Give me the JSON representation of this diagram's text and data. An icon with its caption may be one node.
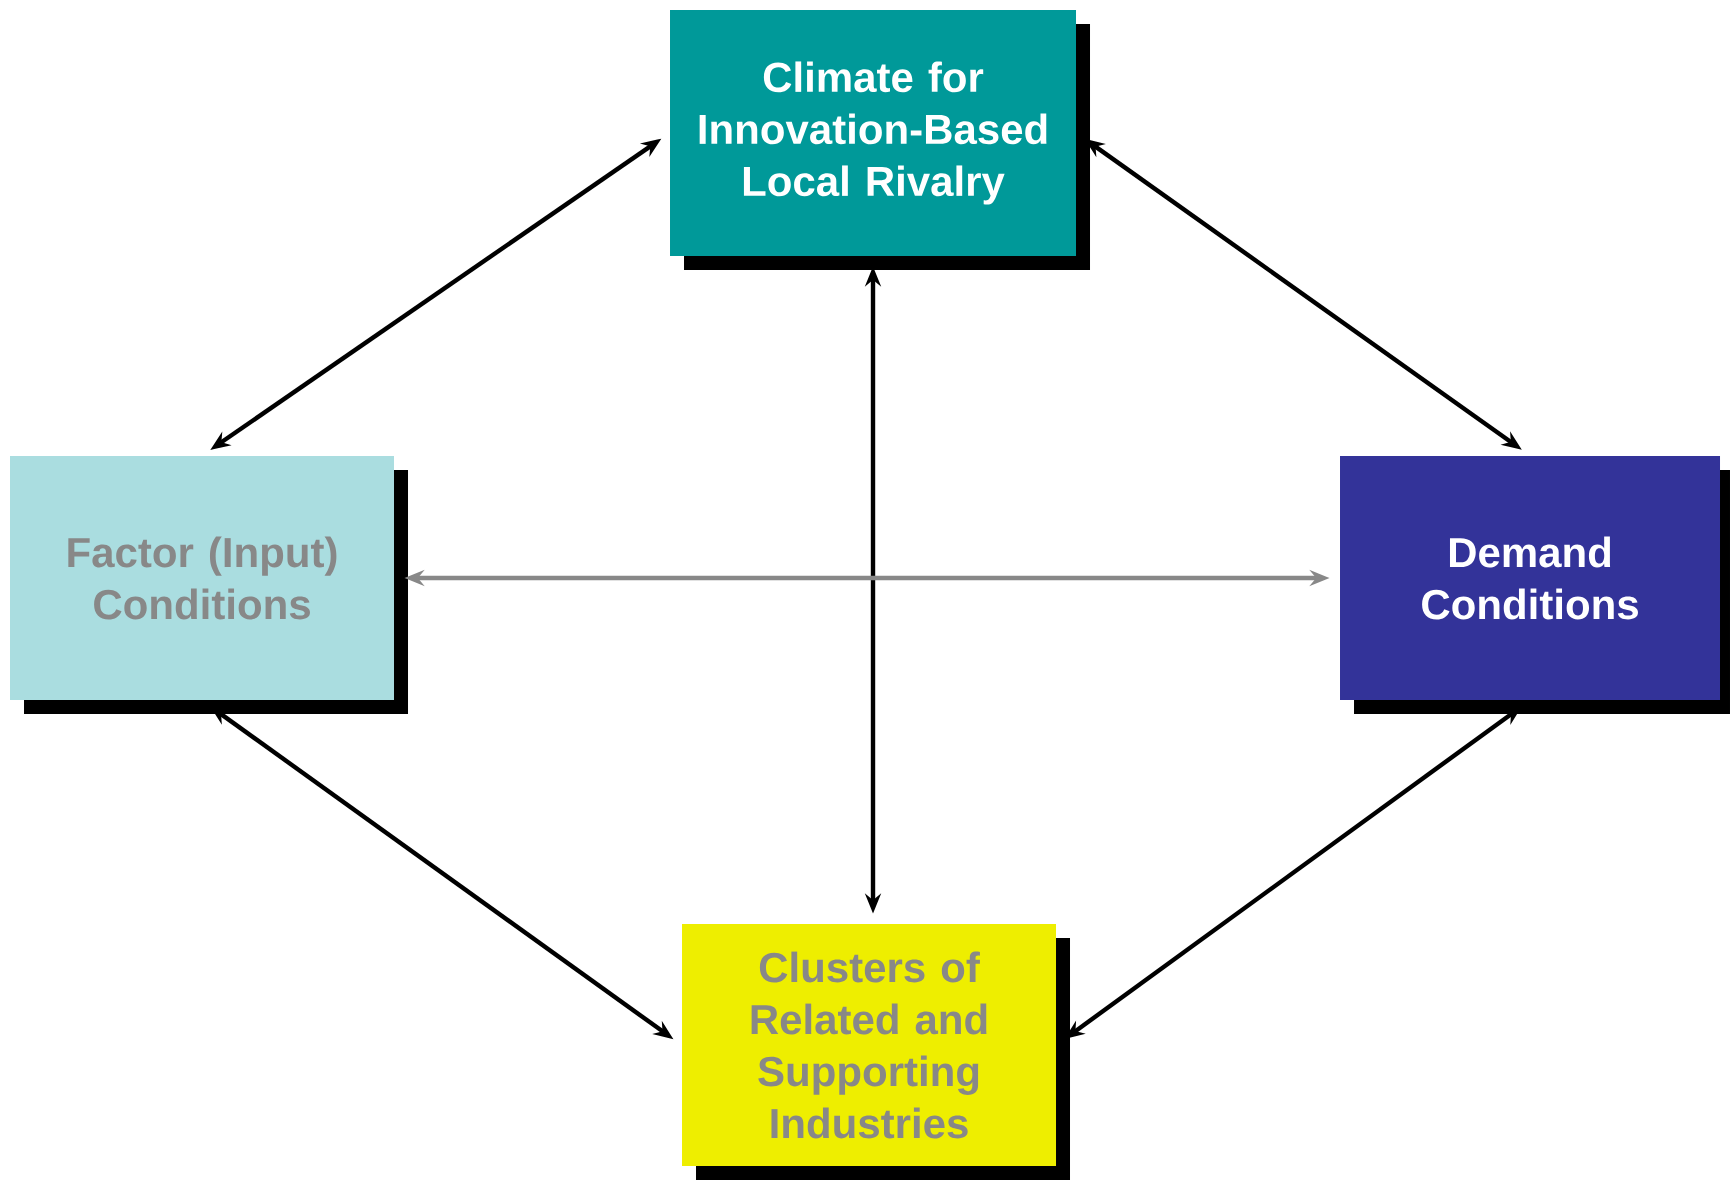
{
  "diagram": {
    "nodes": [
      {
        "text": [
          "Climate for Innovation-Based Local Rivalry"
        ]
      },
      {
        "text": [
          "Factor (Input) Conditions"
        ]
      },
      {
        "text": [
          "Demand Conditions"
        ]
      },
      {
        "text": [
          "Clusters of Related and Supporting Industries"
        ]
      }
    ],
    "edges": [
      {
        "from": 0,
        "to": 1,
        "arrow": "both"
      },
      {
        "from": 0,
        "to": 2,
        "arrow": "both"
      },
      {
        "from": 0,
        "to": 3,
        "arrow": "both"
      },
      {
        "from": 1,
        "to": 2,
        "arrow": "both",
        "color": "#888888"
      },
      {
        "from": 1,
        "to": 3,
        "arrow": "both"
      },
      {
        "from": 2,
        "to": 3,
        "arrow": "both"
      }
    ]
  }
}
